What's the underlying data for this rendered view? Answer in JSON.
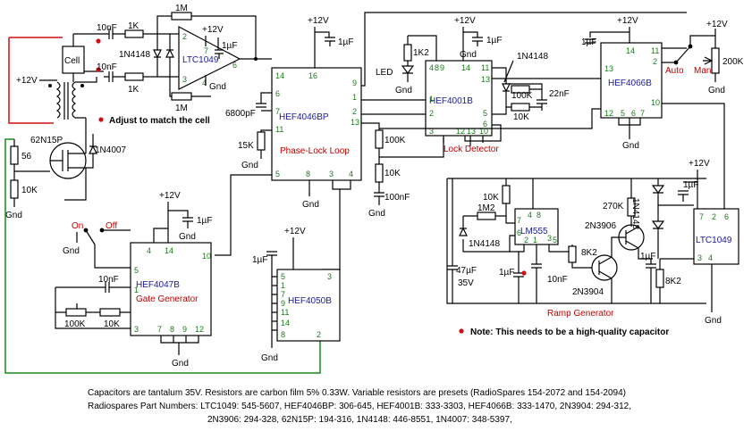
{
  "chips": {
    "ltc1049_top": "LTC1049",
    "hef4046": "HEF4046BP",
    "pll_title": "Phase-Lock Loop",
    "hef4001": "HEF4001B",
    "lock_detector": "Lock Detector",
    "hef4066": "HEF4066B",
    "hef4047": "HEF4047B",
    "gate_generator": "Gate Generator",
    "hef4050": "HEF4050B",
    "lm555": "LM555",
    "ramp_generator": "Ramp Generator",
    "ltc1049_right": "LTC1049"
  },
  "components": {
    "cell": "Cell",
    "c10nf_a": "10nF",
    "c10nf_b": "10nF",
    "r1k_a": "1K",
    "r1k_b": "1K",
    "r1m_a": "1M",
    "r1m_b": "1M",
    "d1n4148_a": "1N4148",
    "c1uf_a": "1µF",
    "fet": "62N15P",
    "d1n4007": "1N4007",
    "r56": "56",
    "r10k_a": "10K",
    "c6800pf": "6800pF",
    "r15k": "15K",
    "c1uf_pll": "1µF",
    "r100k_pll": "100K",
    "r10k_pll": "10K",
    "c100nf": "100nF",
    "r1k2": "1K2",
    "led": "LED",
    "c1uf_4001": "1µF",
    "d1n4148_b": "1N4148",
    "r100k_ld": "100K",
    "r10k_ld": "10K",
    "c22nf": "22nF",
    "c1uf_4066": "1µF",
    "pot200k": "200K",
    "c1uf_4047": "1µF",
    "c10nf_4047": "10nF",
    "pot100k": "100K",
    "r10k_4047": "10K",
    "c1uf_4050": "1µF",
    "r10k_555": "10K",
    "r1m2": "1M2",
    "d1n4148_555": "1N4148",
    "c47uf": "47µF",
    "v35": "35V",
    "c1uf_555": "1µF",
    "c10nf_555": "10nF",
    "r8k2_a": "8K2",
    "r270k": "270K",
    "t2n3906": "2N3906",
    "t2n3904": "2N3904",
    "c1uf_ramp": "1µF",
    "r8k2_b": "8K2",
    "d1n4148_v": "1N4148",
    "c1uf_ltc": "1µF"
  },
  "labels": {
    "v12": "+12V",
    "gnd": "Gnd",
    "on": "On",
    "off": "Off",
    "auto": "Auto",
    "man": "Man"
  },
  "notes": {
    "adjust": "Adjust to match the cell",
    "capacitor": "Note: This needs to be a high-quality capacitor"
  },
  "footer": {
    "line1": "Capacitors are tantalum 35V.  Resistors are carbon film 5% 0.33W.  Variable resistors are presets (RadioSpares 154-2072 and 154-2094)",
    "line2": "Radiospares Part Numbers: LTC1049: 545-5607, HEF4046BP: 306-645, HEF4001B: 333-3303, HEF4066B: 333-1470, 2N3904: 294-312,",
    "line3": "2N3906: 294-328, 62N15P: 194-316, 1N4148: 446-8551, 1N4007: 348-5397,"
  },
  "colors": {
    "wire": "#000000",
    "pin_numbers": "#1a7a1a",
    "chip_names": "#1a1aa0",
    "annotations": "#c00000",
    "sense_coil_wire": "#d01010",
    "gate_drive_wire": "#1a8a1a"
  }
}
